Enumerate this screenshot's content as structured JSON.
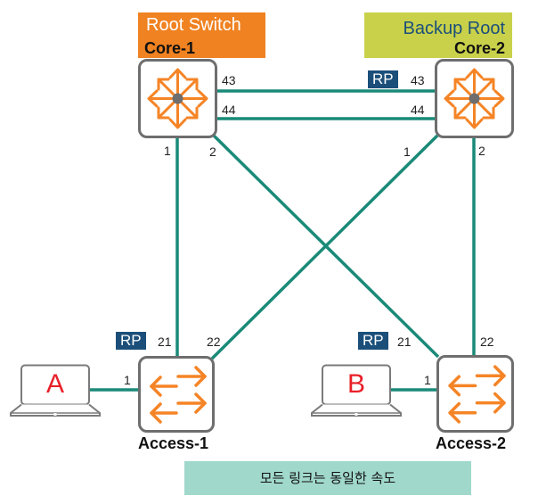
{
  "diagram": {
    "link_color": "#1A8A78",
    "icon_color": "#F58426",
    "nodes": {
      "core1": {
        "name": "Core-1",
        "role": "Root Switch",
        "role_bg": "#F08221",
        "role_fg": "#FFFFFF",
        "icon": "layer3-switch-icon"
      },
      "core2": {
        "name": "Core-2",
        "role": "Backup Root",
        "role_bg": "#C9D14A",
        "role_fg": "#1B4F7A",
        "icon": "layer3-switch-icon"
      },
      "access1": {
        "name": "Access-1",
        "icon": "layer2-switch-icon"
      },
      "access2": {
        "name": "Access-2",
        "icon": "layer2-switch-icon"
      },
      "hostA": {
        "label": "A",
        "icon": "laptop-icon"
      },
      "hostB": {
        "label": "B",
        "icon": "laptop-icon"
      }
    },
    "ports": {
      "core1_43": "43",
      "core1_44": "44",
      "core1_1": "1",
      "core1_2": "2",
      "core2_43": "43",
      "core2_44": "44",
      "core2_1": "1",
      "core2_2": "2",
      "access1_21": "21",
      "access1_22": "22",
      "access1_1": "1",
      "access2_21": "21",
      "access2_22": "22",
      "access2_1": "1"
    },
    "root_port_badge": "RP",
    "links": [
      {
        "from": "Core-1:43",
        "to": "Core-2:43"
      },
      {
        "from": "Core-1:44",
        "to": "Core-2:44"
      },
      {
        "from": "Core-1:1",
        "to": "Access-1:21"
      },
      {
        "from": "Core-1:2",
        "to": "Access-2:21"
      },
      {
        "from": "Core-2:1",
        "to": "Access-1:22"
      },
      {
        "from": "Core-2:2",
        "to": "Access-2:22"
      },
      {
        "from": "A",
        "to": "Access-1:1"
      },
      {
        "from": "B",
        "to": "Access-2:1"
      }
    ],
    "root_ports": [
      "Core-2:43",
      "Access-1:21",
      "Access-2:21"
    ],
    "note": "모든 링크는 동일한 속도"
  }
}
